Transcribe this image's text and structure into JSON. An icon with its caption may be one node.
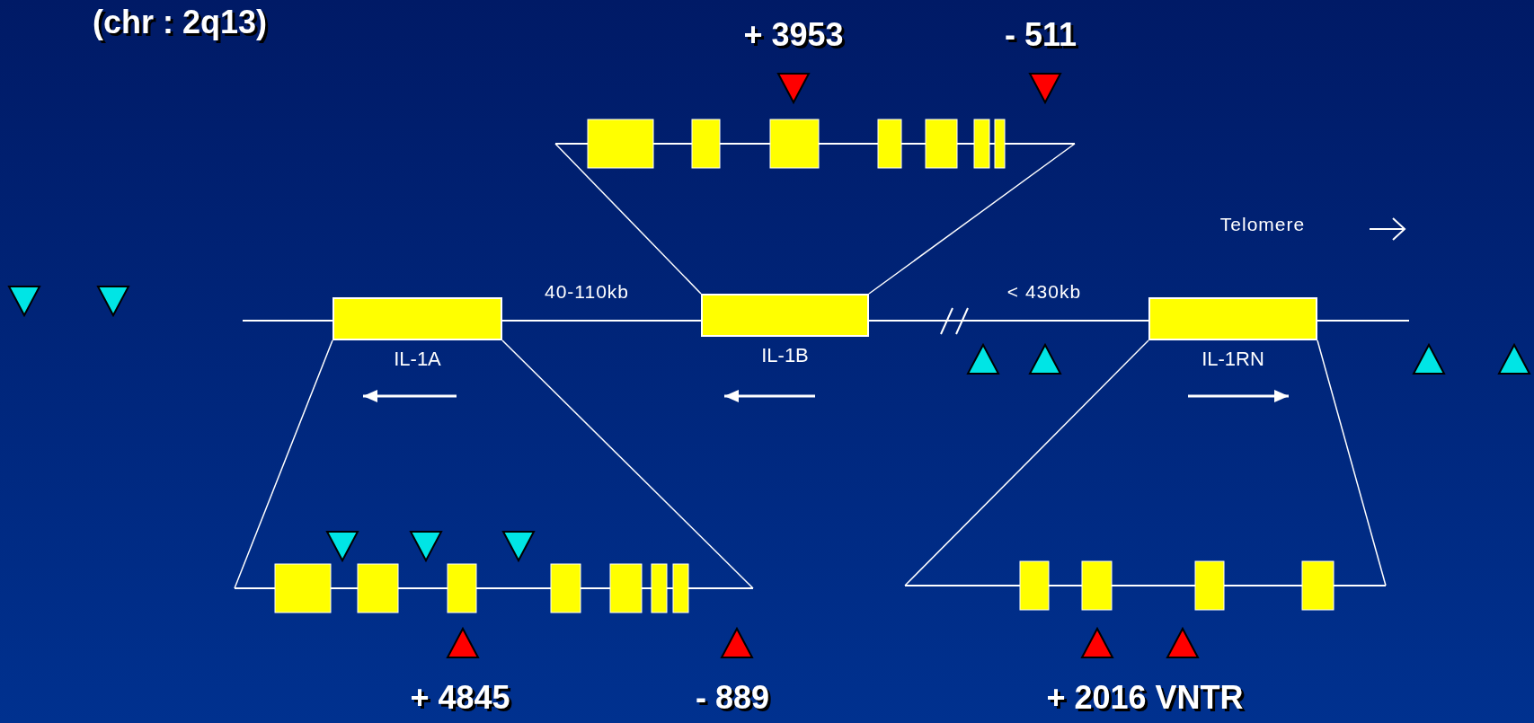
{
  "diagram": {
    "nodes": [
      {
        "text": [],
        "shape": "bar"
      },
      {
        "text": [
          "IL-1A"
        ]
      },
      {
        "text": [
          "IL-1B"
        ]
      },
      {
        "text": [
          "IL-1RN"
        ]
      },
      {
        "text": [],
        "shape": "bar"
      },
      {
        "text": [],
        "shape": "bar"
      }
    ],
    "edges": [
      {
        "from": 2,
        "to": 0,
        "arrow": "none"
      },
      {
        "from": 2,
        "to": 0,
        "arrow": "none"
      },
      {
        "from": 1,
        "to": 4,
        "arrow": "none"
      },
      {
        "from": 1,
        "to": 4,
        "arrow": "none"
      },
      {
        "from": 3,
        "to": 5,
        "arrow": "none"
      },
      {
        "from": 3,
        "to": 5,
        "arrow": "none"
      }
    ],
    "labels": [
      "(chr : 2q13)",
      "+ 3953",
      "- 511",
      "Telomere",
      "40-110kb",
      "< 430kb",
      "+ 4845",
      "- 889",
      "+ 2016 VNTR"
    ]
  }
}
